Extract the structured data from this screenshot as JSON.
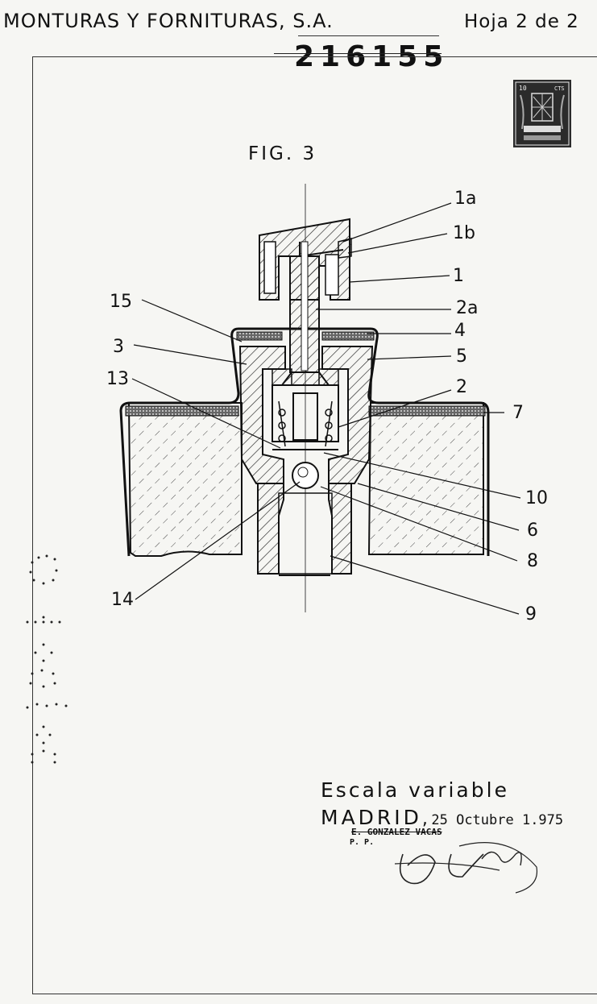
{
  "header": {
    "company": "MONTURAS Y FORNITURAS, S.A.",
    "sheet": "Hoja 2 de 2",
    "patent_number": "216155"
  },
  "figure": {
    "title": "FIG. 3",
    "labels": {
      "l1a": "1a",
      "l1b": "1b",
      "l1": "1",
      "l2a": "2a",
      "l4": "4",
      "l5": "5",
      "l2": "2",
      "l7": "7",
      "l15": "15",
      "l3": "3",
      "l13": "13",
      "l10": "10",
      "l6": "6",
      "l8": "8",
      "l14": "14",
      "l9": "9"
    }
  },
  "footer": {
    "scale": "Escala variable",
    "place": "MADRID",
    "date": "25 Octubre 1.975",
    "signer": "E. GONZALEZ VACAS",
    "signer_role": "P. P."
  },
  "stamp": {
    "icon": "revenue-stamp-icon",
    "value_text": "10 CTS"
  },
  "signature": {
    "icon": "handwritten-signature-icon"
  }
}
